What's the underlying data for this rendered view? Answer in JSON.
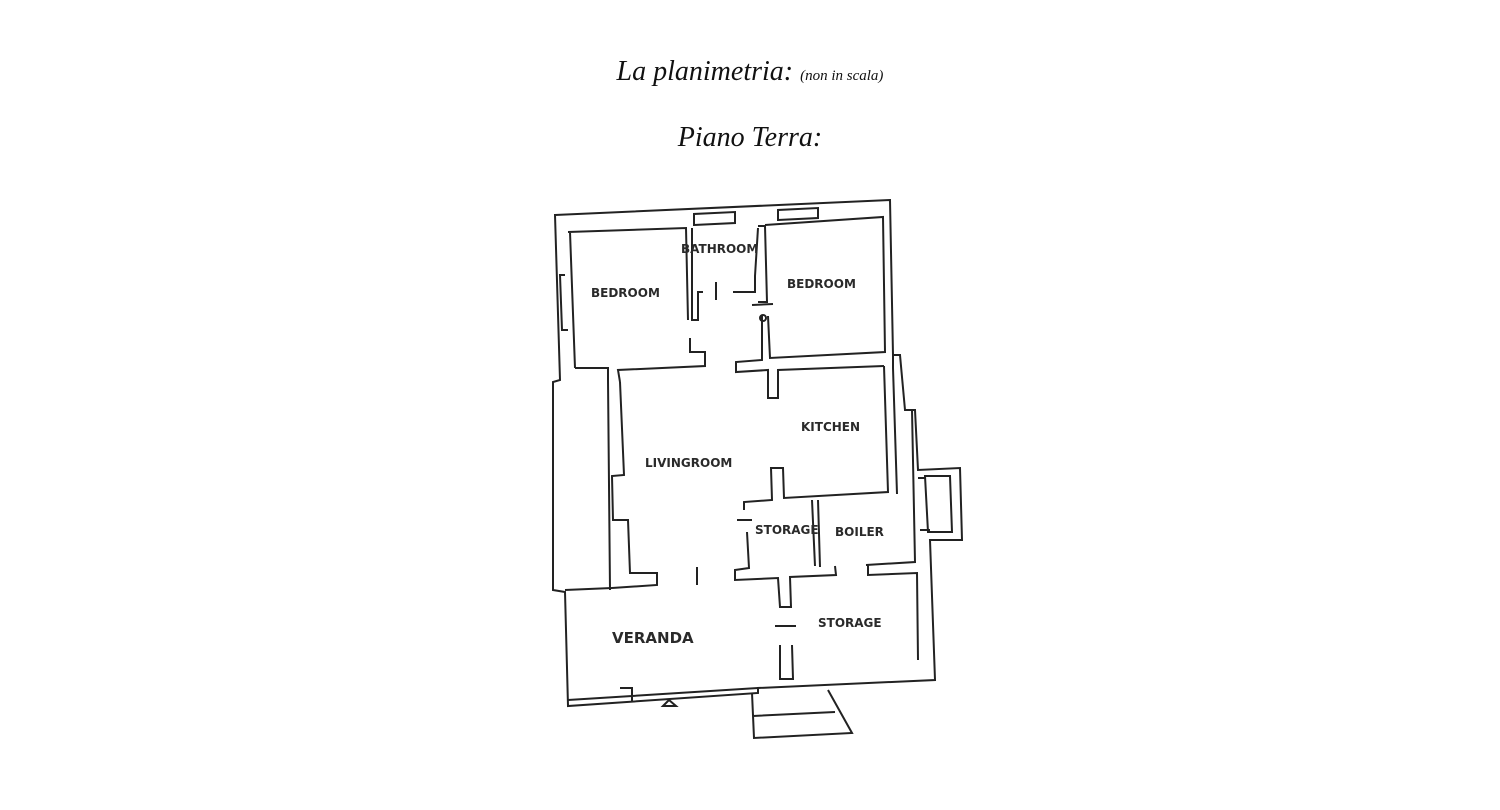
{
  "heading": {
    "title": "La planimetria:",
    "note": "(non in scala)"
  },
  "floor": {
    "title": "Piano Terra:"
  },
  "rooms": {
    "bedroom_left": "BEDROOM",
    "bathroom": "BATHROOM",
    "bedroom_right": "BEDROOM",
    "kitchen": "KITCHEN",
    "livingroom": "LIVINGROOM",
    "storage_small": "STORAGE",
    "boiler": "BOILER",
    "veranda": "VERANDA",
    "storage_large": "STORAGE"
  }
}
